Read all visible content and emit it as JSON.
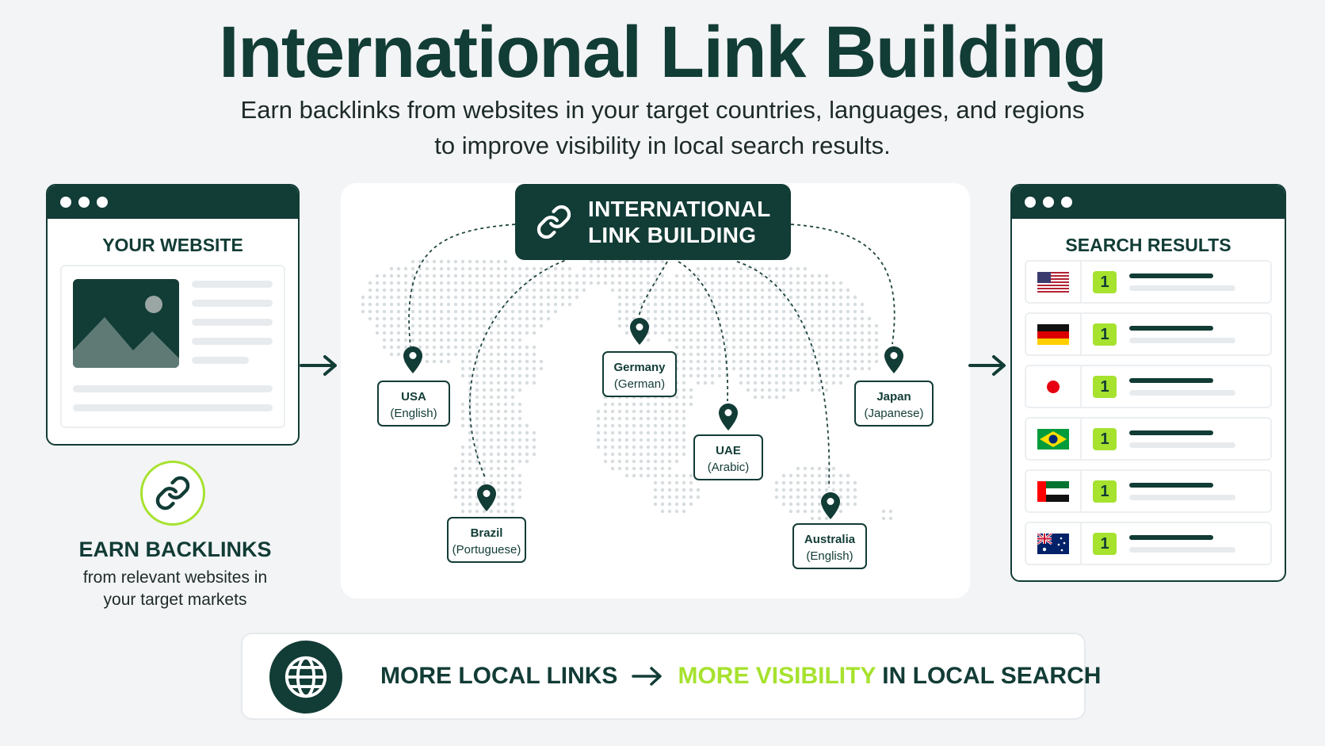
{
  "header": {
    "title": "International Link Building",
    "subtitle_line1": "Earn backlinks from websites in your target countries, languages, and regions",
    "subtitle_line2": "to improve visibility in local search results."
  },
  "your_website": {
    "title": "YOUR WEBSITE"
  },
  "earn_backlinks": {
    "title": "EARN BACKLINKS",
    "line1": "from relevant websites in",
    "line2": "your target markets"
  },
  "hub": {
    "line1": "INTERNATIONAL",
    "line2": "LINK BUILDING"
  },
  "markets": [
    {
      "name": "USA",
      "language": "(English)"
    },
    {
      "name": "Germany",
      "language": "(German)"
    },
    {
      "name": "Japan",
      "language": "(Japanese)"
    },
    {
      "name": "UAE",
      "language": "(Arabic)"
    },
    {
      "name": "Brazil",
      "language": "(Portuguese)"
    },
    {
      "name": "Australia",
      "language": "(English)"
    }
  ],
  "search_results": {
    "title": "SEARCH RESULTS",
    "rows": [
      {
        "flag": "usa-flag-icon",
        "rank": "1"
      },
      {
        "flag": "germany-flag-icon",
        "rank": "1"
      },
      {
        "flag": "japan-flag-icon",
        "rank": "1"
      },
      {
        "flag": "brazil-flag-icon",
        "rank": "1"
      },
      {
        "flag": "uae-flag-icon",
        "rank": "1"
      },
      {
        "flag": "australia-flag-icon",
        "rank": "1"
      }
    ]
  },
  "bottom": {
    "left": "MORE LOCAL LINKS",
    "highlight": "MORE VISIBILITY",
    "right": "IN LOCAL SEARCH"
  },
  "colors": {
    "primary": "#123c36",
    "accent": "#a6e22e",
    "background": "#f3f4f6"
  }
}
